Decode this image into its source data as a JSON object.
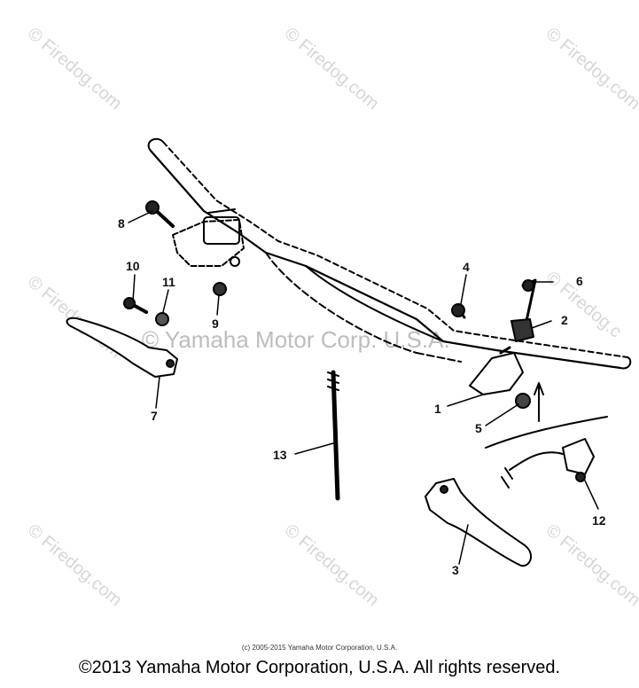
{
  "watermarks": {
    "text": "© Firedog.com",
    "right_text": "© Firedog.c",
    "center_text": "© Yamaha Motor Corp. U.S.A."
  },
  "callouts": [
    "1",
    "2",
    "3",
    "4",
    "5",
    "6",
    "7",
    "8",
    "9",
    "10",
    "11",
    "12",
    "13"
  ],
  "fine_copyright": "(c) 2005-2015 Yamaha Motor Corporation, U.S.A.",
  "footer_copyright": "©2013 Yamaha Motor Corporation, U.S.A. All rights reserved."
}
